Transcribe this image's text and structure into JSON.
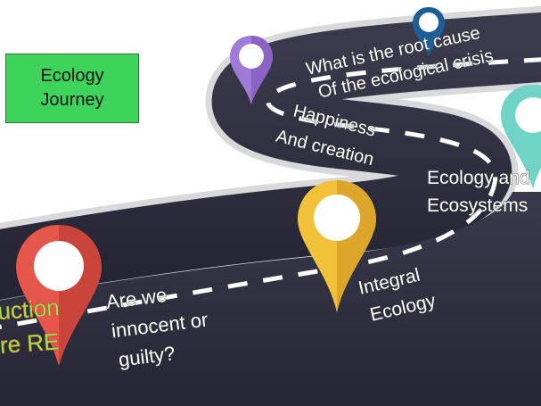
{
  "title": {
    "line1": "Ecology",
    "line2": "Journey"
  },
  "stops": [
    {
      "id": "introduction",
      "line1": "uction",
      "line2": "re RE",
      "pin_color": "#e4574a"
    },
    {
      "id": "innocent",
      "line1": "Are we",
      "line2": "innocent or",
      "line3": "guilty?"
    },
    {
      "id": "integral",
      "line1": "Integral",
      "line2": "Ecology",
      "pin_color": "#f2c13a"
    },
    {
      "id": "ecosystems",
      "line1": "Ecology and",
      "line2": "Ecosystems",
      "pin_color": "#6fd3c5"
    },
    {
      "id": "happiness",
      "line1": "Happiness",
      "line2": "And creation",
      "pin_color": "#a07ad8"
    },
    {
      "id": "root-cause",
      "line1": "What is the root cause",
      "line2": "Of the ecological crisis",
      "pin_color": "#1e5f97"
    }
  ],
  "colors": {
    "road": "#2f2e40",
    "road_edge": "#d9d9dc",
    "title_bg": "#3ed35a"
  }
}
